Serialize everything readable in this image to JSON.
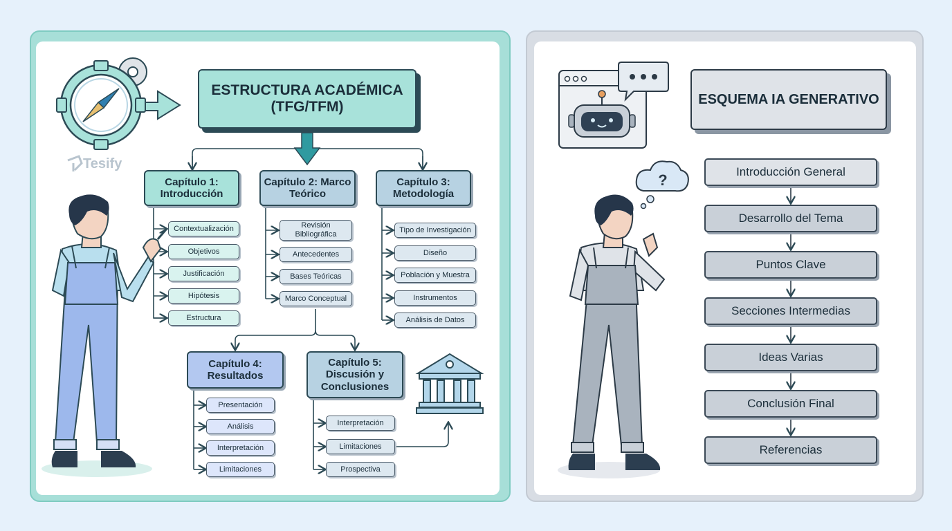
{
  "left": {
    "title": "ESTRUCTURA ACADÉMICA (TFG/TFM)",
    "logo": "Tesify",
    "chapters": [
      {
        "label": "Capítulo 1: Introducción",
        "items": [
          "Contextualización",
          "Objetivos",
          "Justificación",
          "Hipótesis",
          "Estructura"
        ]
      },
      {
        "label": "Capítulo 2: Marco Teórico",
        "items": [
          "Revisión Bibliográfica",
          "Antecedentes",
          "Bases Teóricas",
          "Marco Conceptual"
        ]
      },
      {
        "label": "Capítulo 3: Metodología",
        "items": [
          "Tipo de Investigación",
          "Diseño",
          "Población y Muestra",
          "Instrumentos",
          "Análisis de Datos"
        ]
      },
      {
        "label": "Capítulo 4: Resultados",
        "items": [
          "Presentación",
          "Análisis",
          "Interpretación",
          "Limitaciones"
        ]
      },
      {
        "label": "Capítulo 5: Discusión y Conclusiones",
        "items": [
          "Interpretación",
          "Limitaciones",
          "Prospectiva"
        ]
      }
    ]
  },
  "right": {
    "title": "ESQUEMA IA GENERATIVO",
    "thought_symbol": "?",
    "steps": [
      "Introducción General",
      "Desarrollo del Tema",
      "Puntos Clave",
      "Secciones Intermedias",
      "Ideas Varias",
      "Conclusión Final",
      "Referencias"
    ]
  },
  "colors": {
    "teal": "#a8e2da",
    "slate": "#b7d2e2",
    "blue": "#b3c8f0",
    "gray": "#c9d0d8",
    "outline": "#2c4a55"
  }
}
